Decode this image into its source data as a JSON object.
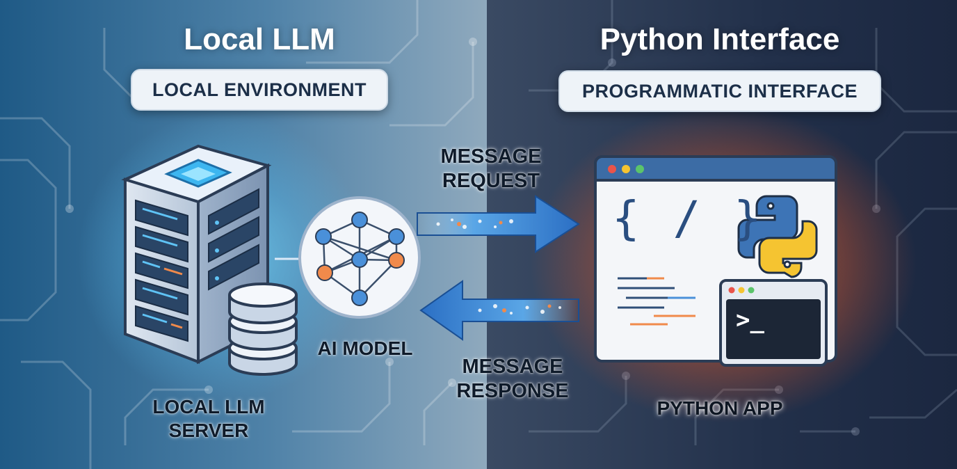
{
  "left": {
    "title": "Local LLM",
    "pill": "LOCAL ENVIRONMENT",
    "server_label_1": "LOCAL LLM",
    "server_label_2": "SERVER",
    "model_label": "AI MODEL"
  },
  "right": {
    "title": "Python Interface",
    "pill": "PROGRAMMATIC INTERFACE",
    "app_label": "PYTHON APP",
    "code_glyph": "{ / }",
    "terminal_prompt": ">_"
  },
  "arrows": {
    "request_1": "MESSAGE",
    "request_2": "REQUEST",
    "response_1": "MESSAGE",
    "response_2": "RESPONSE"
  },
  "colors": {
    "left_bg": "#4f82a8",
    "right_bg": "#22304a",
    "arrow_blue": "#2f78c8",
    "node_blue": "#4a90d9",
    "node_orange": "#f08a4b",
    "python_blue": "#3d74b6",
    "python_yellow": "#f5c431"
  }
}
